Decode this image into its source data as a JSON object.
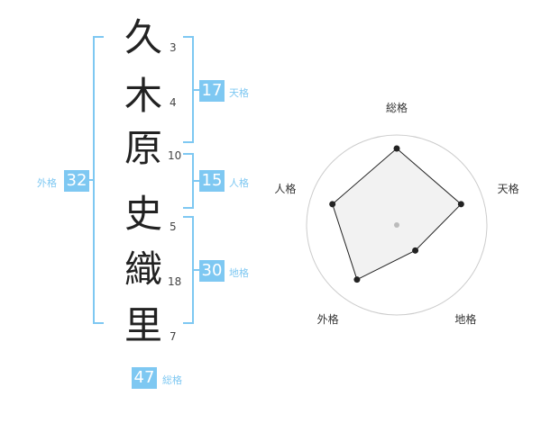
{
  "name": {
    "characters": [
      {
        "char": "久",
        "strokes": "3"
      },
      {
        "char": "木",
        "strokes": "4"
      },
      {
        "char": "原",
        "strokes": "10"
      },
      {
        "char": "史",
        "strokes": "5"
      },
      {
        "char": "織",
        "strokes": "18"
      },
      {
        "char": "里",
        "strokes": "7"
      }
    ]
  },
  "fortune": {
    "tenkaku": {
      "value": "17",
      "label": "天格"
    },
    "jinkaku": {
      "value": "15",
      "label": "人格"
    },
    "chikaku": {
      "value": "30",
      "label": "地格"
    },
    "gaikaku": {
      "value": "32",
      "label": "外格"
    },
    "soukaku": {
      "value": "47",
      "label": "総格"
    }
  },
  "radar": {
    "axes": [
      "総格",
      "天格",
      "地格",
      "外格",
      "人格"
    ],
    "values": [
      0.85,
      0.75,
      0.35,
      0.75,
      0.75
    ],
    "levels": 4,
    "colors": {
      "fill": "#efefef",
      "stroke": "#222222",
      "grid": "#cccccc",
      "center": "#bbbbbb"
    }
  }
}
